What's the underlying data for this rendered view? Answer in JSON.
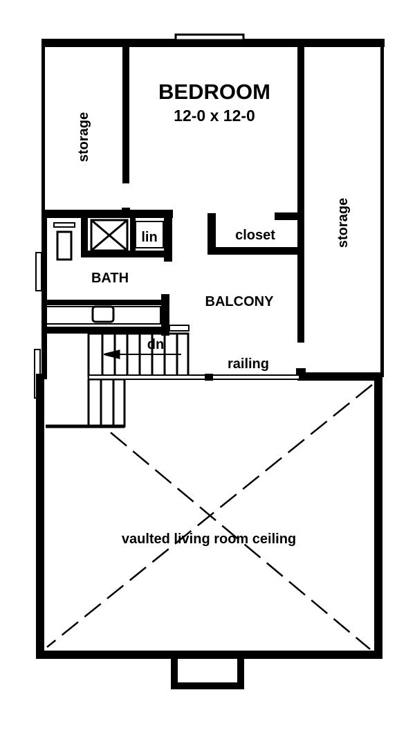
{
  "plan": {
    "bedroom": {
      "name": "BEDROOM",
      "dimensions": "12-0 x 12-0"
    },
    "storage_left": "storage",
    "storage_right": "storage",
    "linen": "lin",
    "closet": "closet",
    "bath": "BATH",
    "balcony": "BALCONY",
    "stairs": "dn",
    "railing": "railing",
    "living_ceiling": "vaulted living room ceiling"
  },
  "colors": {
    "ink": "#000000",
    "paper": "#ffffff"
  }
}
